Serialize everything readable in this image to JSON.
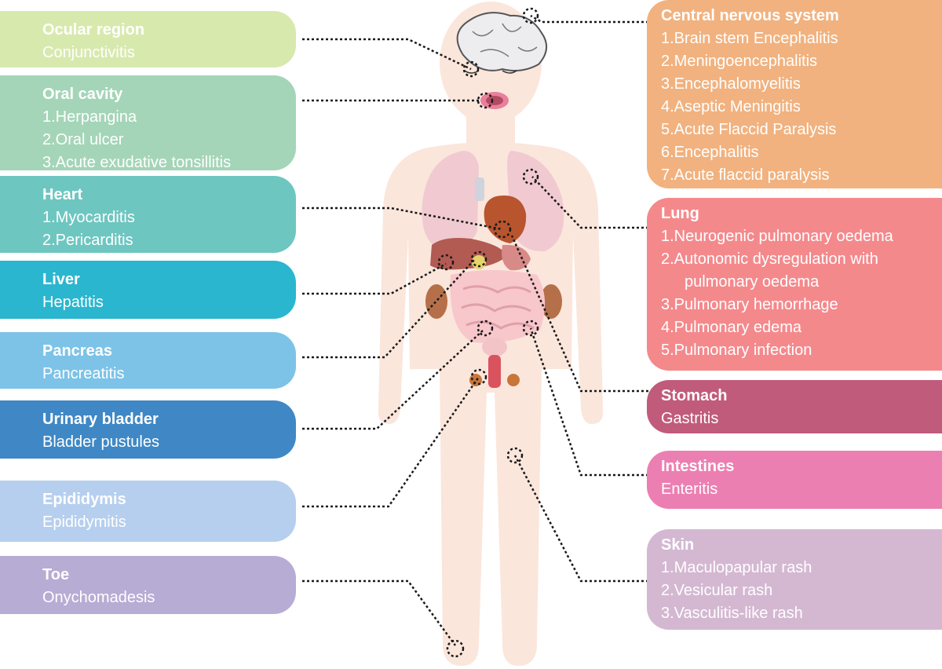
{
  "left_boxes": [
    {
      "key": "ocular",
      "title": "Ocular region",
      "items": [
        "Conjunctivitis"
      ],
      "color": "#d8e9ae"
    },
    {
      "key": "oral",
      "title": "Oral cavity",
      "items": [
        "1.Herpangina",
        "2.Oral ulcer",
        "3.Acute exudative tonsillitis"
      ],
      "color": "#a4d5b8"
    },
    {
      "key": "heart",
      "title": "Heart",
      "items": [
        "1.Myocarditis",
        "2.Pericarditis"
      ],
      "color": "#6ec6c0"
    },
    {
      "key": "liver",
      "title": "Liver",
      "items": [
        "Hepatitis"
      ],
      "color": "#2bb6cf"
    },
    {
      "key": "pancreas",
      "title": "Pancreas",
      "items": [
        "Pancreatitis"
      ],
      "color": "#7cc3e7"
    },
    {
      "key": "bladder",
      "title": "Urinary bladder",
      "items": [
        "Bladder pustules"
      ],
      "color": "#3f88c5"
    },
    {
      "key": "epididymis",
      "title": "Epididymis",
      "items": [
        "Epididymitis"
      ],
      "color": "#b6cfee"
    },
    {
      "key": "toe",
      "title": "Toe",
      "items": [
        "Onychomadesis"
      ],
      "color": "#b7acd4"
    }
  ],
  "right_boxes": [
    {
      "key": "cns",
      "title": "Central nervous system",
      "items": [
        "1.Brain stem Encephalitis",
        "2.Meningoencephalitis",
        "3.Encephalomyelitis",
        "4.Aseptic Meningitis",
        "5.Acute Flaccid Paralysis",
        "6.Encephalitis",
        "7.Acute flaccid paralysis"
      ],
      "color": "#f1b27f"
    },
    {
      "key": "lung",
      "title": "Lung",
      "items": [
        "1.Neurogenic pulmonary oedema",
        "2.Autonomic dysregulation with",
        "pulmonary oedema",
        "3.Pulmonary hemorrhage",
        "4.Pulmonary edema",
        "5.Pulmonary infection"
      ],
      "color": "#f4898c"
    },
    {
      "key": "stomach",
      "title": "Stomach",
      "items": [
        "Gastritis"
      ],
      "color": "#c15b7b"
    },
    {
      "key": "intestines",
      "title": "Intestines",
      "items": [
        "Enteritis"
      ],
      "color": "#ec7fb2"
    },
    {
      "key": "skin",
      "title": "Skin",
      "items": [
        "1.Maculopapular rash",
        "2.Vesicular rash",
        "3.Vasculitis-like rash"
      ],
      "color": "#d4b8d2"
    }
  ],
  "colors": {
    "body_skin": "#fbe6dc",
    "connector": "#1a1a1a",
    "brain": "#ededf0",
    "lung": "#f0c6cf",
    "heart": "#b8552e",
    "liver": "#b25b52",
    "intestine": "#f7c7cc",
    "kidney": "#b5704a",
    "gallbladder": "#e6d36a"
  }
}
